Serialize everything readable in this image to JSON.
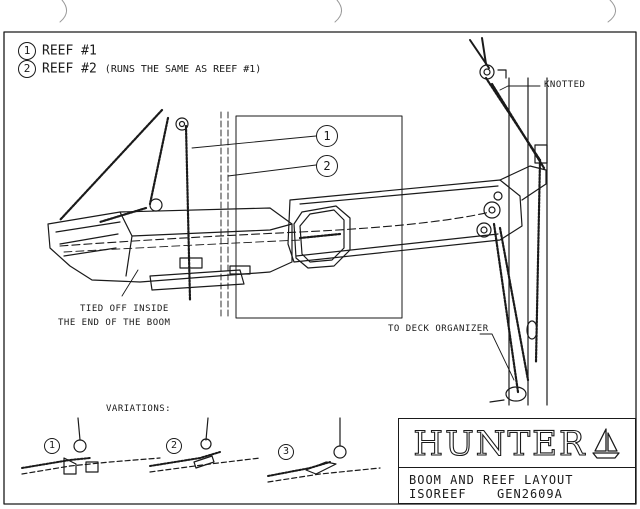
{
  "legend": {
    "items": [
      {
        "number": "1",
        "label": "REEF #1",
        "note": ""
      },
      {
        "number": "2",
        "label": "REEF #2",
        "note": "(RUNS THE SAME AS REEF #1)"
      }
    ]
  },
  "callouts": {
    "one": "1",
    "two": "2",
    "knotted": "KNOTTED",
    "tied_off_line1": "TIED OFF INSIDE",
    "tied_off_line2": "THE END OF THE BOOM",
    "deck_organizer": "TO DECK ORGANIZER"
  },
  "variations": {
    "title": "VARIATIONS:",
    "items": [
      "1",
      "2",
      "3"
    ]
  },
  "title_block": {
    "brand": "HUNTER",
    "title": "BOOM AND REEF LAYOUT",
    "drawing_id": "ISOREEF",
    "drawing_number": "GEN2609A"
  },
  "colors": {
    "ink": "#1a1a1a",
    "paper": "#ffffff"
  },
  "icons": [
    "sailboat-logo-icon",
    "binder-hole-icon"
  ]
}
